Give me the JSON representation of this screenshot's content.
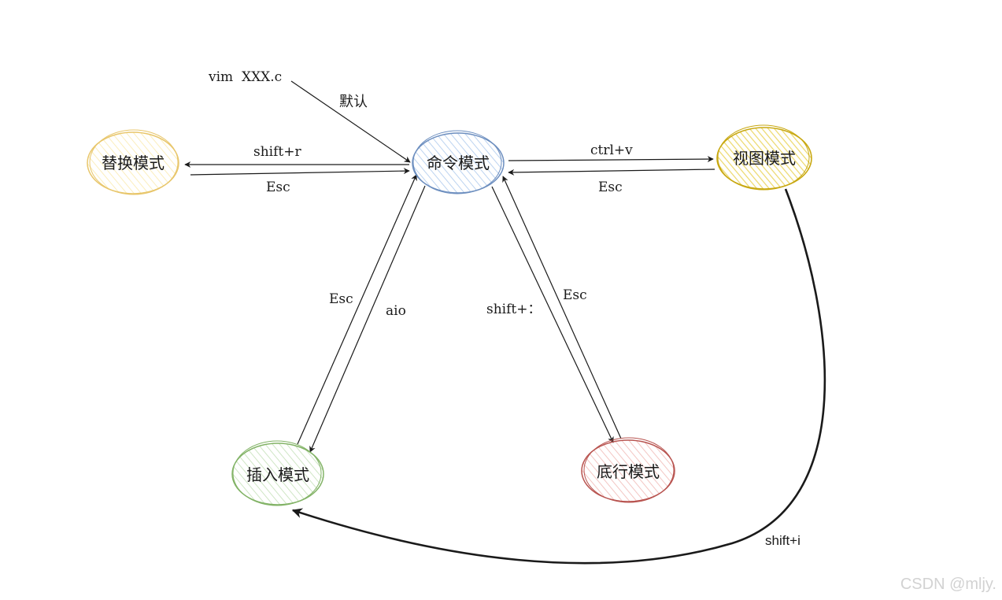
{
  "nodes": {
    "command": {
      "label": "命令模式",
      "color": "#6c8ebf",
      "fill": "#dae8fc"
    },
    "replace": {
      "label": "替换模式",
      "color": "#e8c66b",
      "fill": "#fff2cc"
    },
    "visual": {
      "label": "视图模式",
      "color": "#c8a812",
      "fill": "#f5e58a"
    },
    "insert": {
      "label": "插入模式",
      "color": "#82b366",
      "fill": "#d5e8d4"
    },
    "lastline": {
      "label": "底行模式",
      "color": "#b85450",
      "fill": "#f8cecc"
    }
  },
  "edges": {
    "start_text": "vim  XXX.c",
    "default_label": "默认",
    "command_to_replace": "shift+r",
    "replace_to_command": "Esc",
    "command_to_visual": "ctrl+v",
    "visual_to_command": "Esc",
    "insert_to_command": "Esc",
    "command_to_insert": "aio",
    "command_to_lastline": "shift+：",
    "lastline_to_command": "Esc",
    "visual_to_insert": "shift+i"
  },
  "watermark": "CSDN @mljy."
}
